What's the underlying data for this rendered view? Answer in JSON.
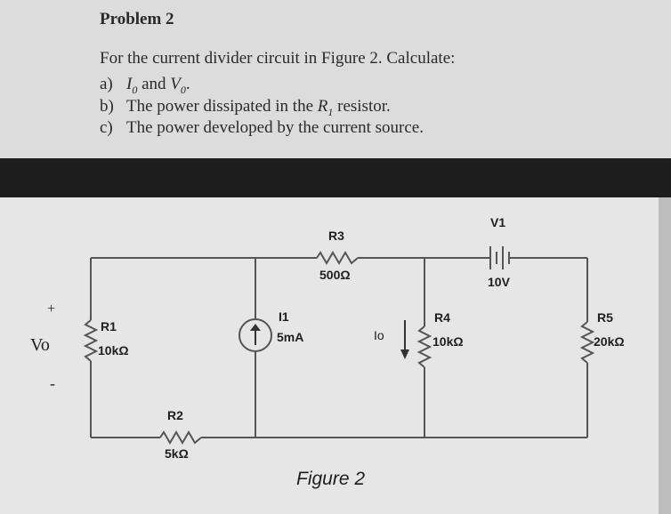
{
  "problem": {
    "title": "Problem 2",
    "intro": "For the current divider circuit in Figure 2. Calculate:",
    "questions": [
      {
        "num": "a)",
        "pre": "",
        "var1": "I",
        "sub1": "0",
        "mid": " and ",
        "var2": "V",
        "sub2": "0",
        "post": "."
      },
      {
        "num": "b)",
        "pre": "The power dissipated in the ",
        "var1": "R",
        "sub1": "1",
        "post": " resistor."
      },
      {
        "num": "c)",
        "text": "The power developed by the current source."
      }
    ]
  },
  "circuit": {
    "vo_label": "Vo",
    "vo_plus": "+",
    "vo_minus": "-",
    "r1": {
      "name": "R1",
      "value": "10kΩ"
    },
    "r2": {
      "name": "R2",
      "value": "5kΩ"
    },
    "r3": {
      "name": "R3",
      "value": "500Ω"
    },
    "r4": {
      "name": "R4",
      "value": "10kΩ"
    },
    "r5": {
      "name": "R5",
      "value": "20kΩ"
    },
    "i1": {
      "name": "I1",
      "value": "5mA"
    },
    "v1": {
      "name": "V1",
      "value": "10V"
    },
    "io_label": "Io",
    "figure_caption": "Figure 2"
  }
}
